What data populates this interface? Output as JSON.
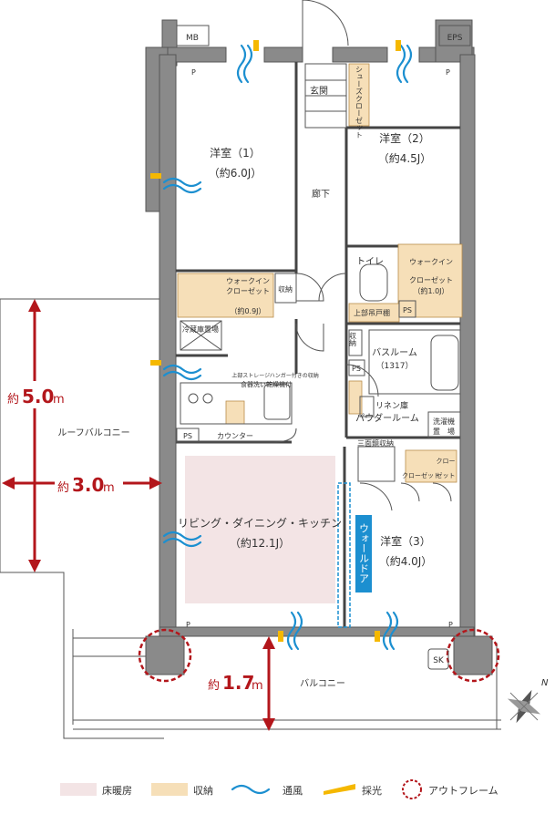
{
  "rooms": {
    "western1": {
      "name": "洋室（1）",
      "size": "（約6.0J）"
    },
    "western2": {
      "name": "洋室（2）",
      "size": "（約4.5J）"
    },
    "western3": {
      "name": "洋室（3）",
      "size": "（約4.0J）"
    },
    "ldk": {
      "name": "リビング・ダイニング・キッチン",
      "size": "（約12.1J）"
    }
  },
  "labels": {
    "mb": "MB",
    "eps": "EPS",
    "entrance": "玄関",
    "shoe_closet": "シューズクローゼット",
    "hallway": "廊下",
    "toilet": "トイレ",
    "walkin1": "ウォークイン",
    "closet1": "クローゼット",
    "walkin1_size": "（約1.0J）",
    "walkin2": "ウォークイン",
    "closet2": "クローゼット",
    "walkin2_size": "（約0.9J）",
    "storage": "収納",
    "upper_shelf": "上部吊戸棚",
    "ps": "PS",
    "fridge": "冷蔵庫置場",
    "bathroom": "バスルーム",
    "bathroom_size": "（1317）",
    "linen": "リネン庫",
    "powder": "パウダールーム",
    "washer": "洗濯機",
    "washer2": "置　場",
    "mirror": "三面鏡収納",
    "closet3a": "クロー",
    "closet3b": "ゼット",
    "closet3c": "クローゼット",
    "counter": "カウンター",
    "upper_storage": "上部ストレージハンガー付きの収納",
    "dish_dryer": "食器洗い乾燥機付",
    "roof_balcony": "ルーフバルコニー",
    "balcony": "バルコニー",
    "wall_door": "ウォールドア",
    "p": "P",
    "sk": "SK",
    "north": "N"
  },
  "dimensions": {
    "roof_depth": {
      "prefix": "約",
      "value": "5.0",
      "unit": "m"
    },
    "roof_width": {
      "prefix": "約",
      "value": "3.0",
      "unit": "m"
    },
    "balcony_depth": {
      "prefix": "約",
      "value": "1.7",
      "unit": "m"
    }
  },
  "legend": [
    {
      "label": "床暖房"
    },
    {
      "label": "収納"
    },
    {
      "label": "通風"
    },
    {
      "label": "採光"
    },
    {
      "label": "アウトフレーム"
    }
  ],
  "colors": {
    "floor_heating": "#f3e4e5",
    "storage": "#f6dfb8",
    "wind": "#1c8fd0",
    "light": "#f5b800",
    "outframe": "#b3161b",
    "dimension": "#b3161b",
    "wall_door": "#1c8fd0"
  }
}
